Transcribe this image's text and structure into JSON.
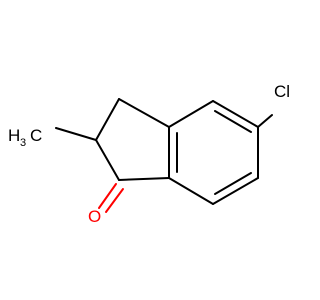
{
  "molecule": {
    "atoms": {
      "chlorine": "Cl",
      "methyl_main": "H",
      "methyl_sub": "3",
      "methyl_carbon": "C",
      "oxygen": "O"
    },
    "colors": {
      "bond": "#000000",
      "chlorine": "#000000",
      "carbon_hydrogen": "#000000",
      "oxygen": "#ff0000",
      "background": "#ffffff"
    }
  }
}
